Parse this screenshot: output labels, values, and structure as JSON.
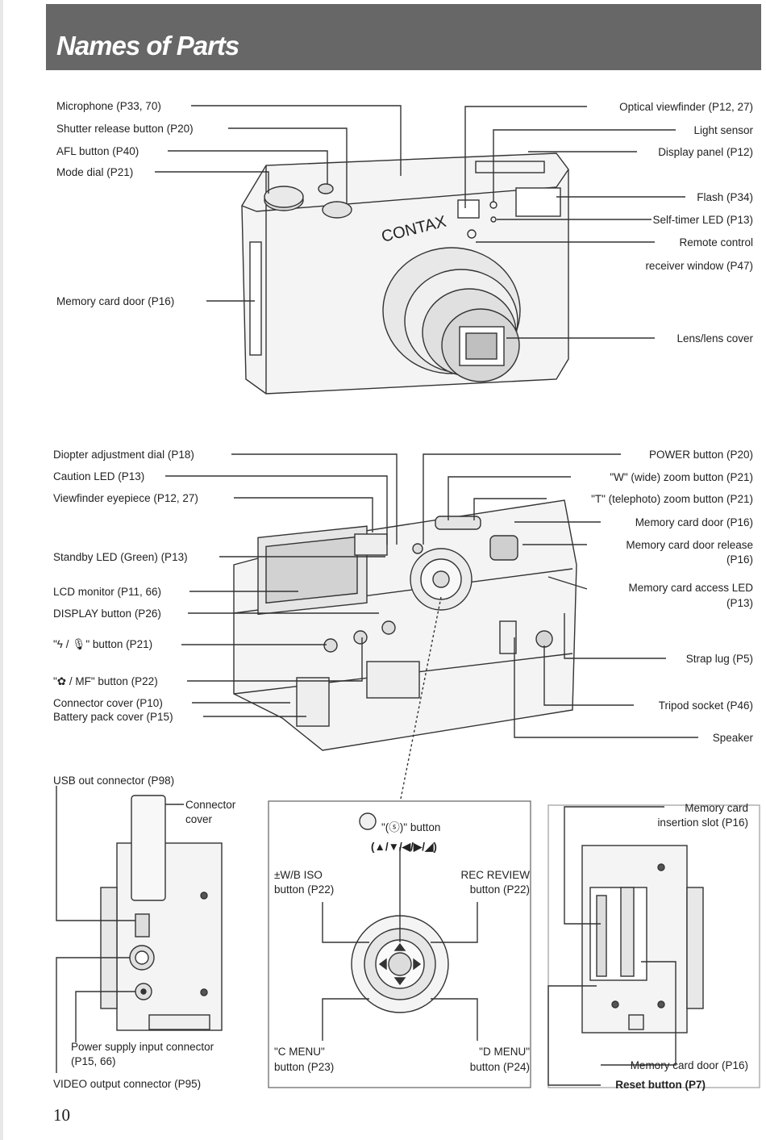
{
  "header": {
    "title": "Names of Parts"
  },
  "page_number": "10",
  "brand_on_camera": "CONTAX",
  "front_view": {
    "left_labels": [
      "Microphone (P33, 70)",
      "Shutter release button (P20)",
      "AFL button (P40)",
      "Mode dial (P21)",
      "Memory card door (P16)"
    ],
    "right_labels": [
      "Optical viewfinder (P12, 27)",
      "Light sensor",
      "Display panel (P12)",
      "Flash (P34)",
      "Self-timer LED (P13)",
      "Remote control",
      "receiver window (P47)",
      "Lens/lens cover"
    ]
  },
  "back_view": {
    "left_labels": [
      "Diopter adjustment dial (P18)",
      "Caution LED (P13)",
      "Viewfinder eyepiece (P12, 27)",
      "Standby LED (Green) (P13)",
      "LCD monitor (P11, 66)",
      "DISPLAY button (P26)",
      "\"ϟ / 🎙\" button (P21)",
      "\"✿ / MF\" button (P22)",
      "Connector cover (P10)",
      "Battery pack cover (P15)"
    ],
    "right_labels": [
      "POWER button (P20)",
      "\"W\" (wide) zoom button (P21)",
      "\"T\" (telephoto) zoom button (P21)",
      "Memory card door (P16)",
      "Memory card door release",
      "(P16)",
      "Memory card access LED",
      "(P13)",
      "Strap lug (P5)",
      "Tripod socket (P46)",
      "Speaker"
    ]
  },
  "side_left_view": {
    "labels": [
      "USB out connector (P98)",
      "Connector",
      "cover",
      "Power supply input connector",
      "(P15, 66)",
      "VIDEO output connector (P95)"
    ]
  },
  "dial_detail": {
    "labels": [
      "\"(ⓢ)\" button",
      "(▲/▼/◀/▶/◢)",
      "±W/B ISO",
      "button (P22)",
      "REC REVIEW",
      "button (P22)",
      "\"C MENU\"",
      "button (P23)",
      "\"D MENU\"",
      "button (P24)"
    ]
  },
  "side_right_view": {
    "labels": [
      "Memory card",
      "insertion slot (P16)",
      "Memory card door (P16)",
      "Reset button (P7)"
    ]
  }
}
